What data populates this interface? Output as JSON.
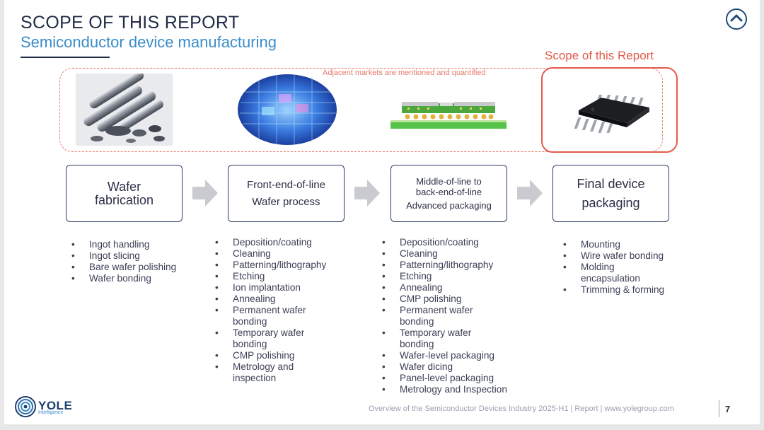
{
  "header": {
    "title": "SCOPE OF THIS REPORT",
    "subtitle": "Semiconductor device manufacturing"
  },
  "scope": {
    "scope_label": "Scope of this Report",
    "adjacent_label": "Adjacent markets are mentioned and quantified"
  },
  "steps": [
    {
      "lines": [
        "Wafer",
        "fabrication"
      ]
    },
    {
      "lines": [
        "Front-end-of-line",
        "Wafer process"
      ]
    },
    {
      "lines": [
        "Middle-of-line to",
        "back-end-of-line",
        "Advanced packaging"
      ]
    },
    {
      "lines": [
        "Final device",
        "packaging"
      ]
    }
  ],
  "lists": [
    [
      "Ingot handling",
      "Ingot slicing",
      "Bare wafer polishing",
      "Wafer bonding"
    ],
    [
      "Deposition/coating",
      "Cleaning",
      "Patterning/lithography",
      "Etching",
      "Ion implantation",
      "Annealing",
      "Permanent wafer bonding",
      "Temporary wafer bonding",
      "CMP polishing",
      "Metrology and inspection"
    ],
    [
      "Deposition/coating",
      "Cleaning",
      "Patterning/lithography",
      "Etching",
      "Annealing",
      "CMP polishing",
      "Permanent  wafer bonding",
      "Temporary wafer bonding",
      "Wafer-level packaging",
      "Wafer dicing",
      "Panel-level packaging",
      "Metrology and Inspection"
    ],
    [
      "Mounting",
      "Wire wafer bonding",
      "Molding encapsulation",
      "Trimming & forming"
    ]
  ],
  "footer": {
    "logo_text": "YOLE",
    "logo_sub": "Intelligence",
    "text": "Overview of the Semiconductor Devices Industry 2025-H1 | Report | www.yolegroup.com",
    "page": "7"
  },
  "colors": {
    "accent_blue": "#3a8dc9",
    "navy": "#1f2a44",
    "scope_red": "#e55a4b",
    "arrow_gray": "#c9cbd0"
  }
}
